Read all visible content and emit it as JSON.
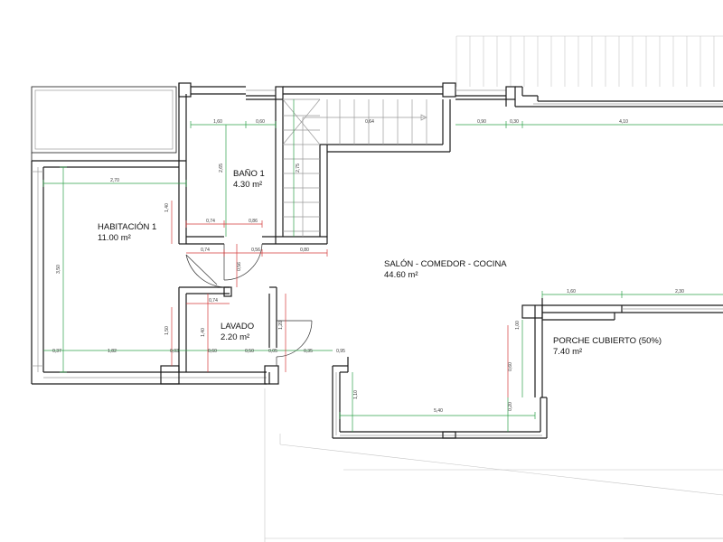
{
  "rooms": [
    {
      "id": "habitacion-1",
      "name": "HABITACIÓN 1",
      "area": "11.00 m²"
    },
    {
      "id": "bano-1",
      "name": "BAÑO 1",
      "area": "4.30 m²"
    },
    {
      "id": "salon",
      "name": "SALÓN - COMEDOR - COCINA",
      "area": "44.60 m²"
    },
    {
      "id": "lavado",
      "name": "LAVADO",
      "area": "2.20 m²"
    },
    {
      "id": "porche",
      "name": "PORCHE CUBIERTO (50%)",
      "area": "7.40 m²"
    }
  ],
  "dimensions": {
    "d_160a": "1,60",
    "d_060a": "0,60",
    "d_064": "0,64",
    "d_090": "0,90",
    "d_030": "0,30",
    "d_410": "4,10",
    "d_270": "2,70",
    "d_265": "2,65",
    "d_275": "2,75",
    "d_140a": "1,40",
    "d_074a": "0,74",
    "d_086": "0,86",
    "d_074b": "0,74",
    "d_056": "0,56",
    "d_080": "0,80",
    "d_350": "3,50",
    "d_056v": "0,56",
    "d_074c": "0,74",
    "d_160b": "1,60",
    "d_230": "2,30",
    "d_100": "1,00",
    "d_150": "1,50",
    "d_140b": "1,40",
    "d_120": "1,20",
    "d_037": "0,37",
    "d_182": "1,82",
    "d_003": "0,03",
    "d_060b": "0,60",
    "d_050": "0,50",
    "d_005": "0,05",
    "d_035": "0,35",
    "d_095": "0,95",
    "d_110": "1,10",
    "d_540": "5,40",
    "d_060c": "0,60",
    "d_020": "0,20"
  }
}
